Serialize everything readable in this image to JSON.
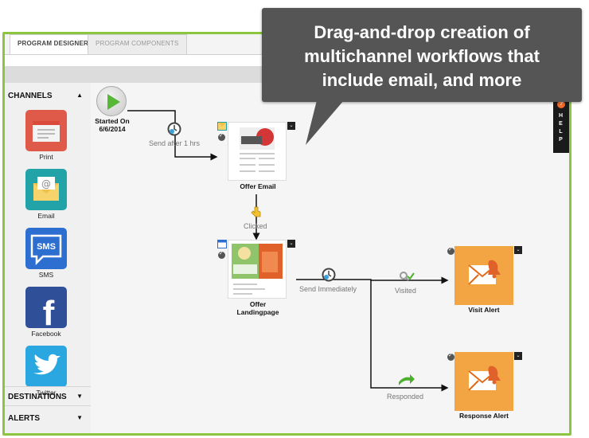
{
  "tabs": [
    {
      "label": "PROGRAM DESIGNER",
      "active": true
    },
    {
      "label": "PROGRAM COMPONENTS",
      "active": false
    }
  ],
  "panel": {
    "channels_heading": "CHANNELS",
    "destinations_heading": "DESTINATIONS",
    "alerts_heading": "ALERTS",
    "channels": [
      {
        "label": "Print",
        "icon": "print-icon"
      },
      {
        "label": "Email",
        "icon": "email-icon"
      },
      {
        "label": "SMS",
        "icon": "sms-icon",
        "tile_text": "SMS"
      },
      {
        "label": "Facebook",
        "icon": "facebook-icon",
        "tile_text": "f"
      },
      {
        "label": "Twitter",
        "icon": "twitter-icon"
      }
    ]
  },
  "flow": {
    "start": {
      "line1": "Started On",
      "line2": "6/6/2014"
    },
    "send_after": "Send after 1 hrs",
    "offer_email": "Offer Email",
    "clicked": "Clicked",
    "landing_line1": "Offer",
    "landing_line2": "Landingpage",
    "send_immediately": "Send Immediately",
    "visited": "Visited",
    "visit_alert": "Visit Alert",
    "responded": "Responded",
    "response_alert": "Response Alert"
  },
  "help": {
    "label": "HELP"
  },
  "callout": {
    "text_line1": "Drag-and-drop creation of",
    "text_line2": "multichannel workflows that",
    "text_line3": "include email, and more"
  },
  "colors": {
    "frame": "#8cc63f",
    "alert": "#f2a542",
    "callout": "#555555",
    "start": "#55b935"
  }
}
